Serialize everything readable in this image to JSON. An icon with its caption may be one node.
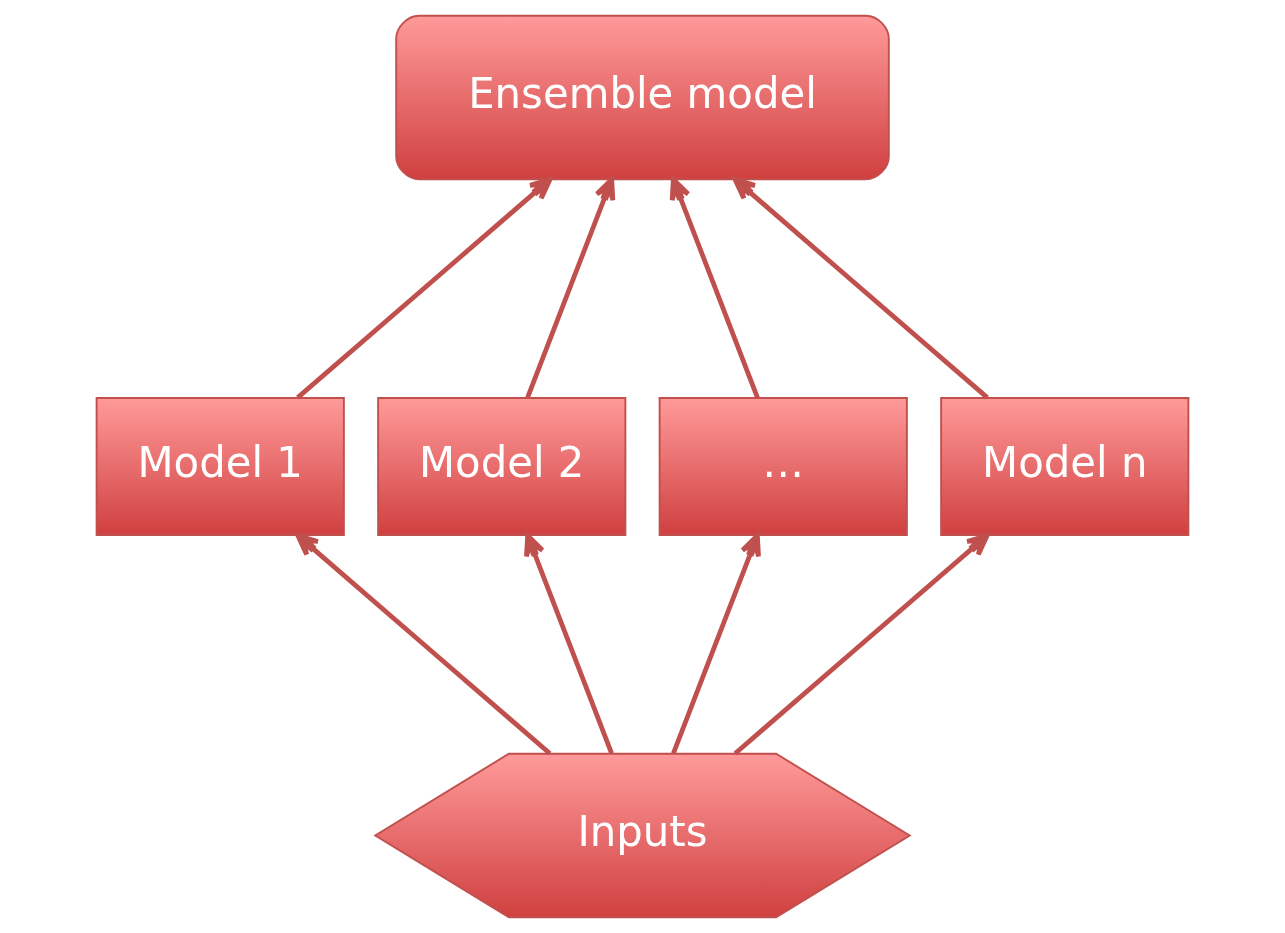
{
  "diagram": {
    "nodes": [
      {
        "text": [
          "Ensemble model"
        ]
      },
      {
        "text": [
          "Model 1"
        ]
      },
      {
        "text": [
          "Model 2"
        ]
      },
      {
        "text": [
          "…"
        ]
      },
      {
        "text": [
          "Model n"
        ]
      },
      {
        "text": [
          "Inputs"
        ]
      }
    ],
    "edges": [
      {
        "from": 1,
        "to": 0,
        "arrow": "to"
      },
      {
        "from": 2,
        "to": 0,
        "arrow": "to"
      },
      {
        "from": 3,
        "to": 0,
        "arrow": "to"
      },
      {
        "from": 4,
        "to": 0,
        "arrow": "to"
      },
      {
        "from": 5,
        "to": 1,
        "arrow": "to"
      },
      {
        "from": 5,
        "to": 2,
        "arrow": "to"
      },
      {
        "from": 5,
        "to": 3,
        "arrow": "to"
      },
      {
        "from": 5,
        "to": 4,
        "arrow": "to"
      }
    ]
  }
}
